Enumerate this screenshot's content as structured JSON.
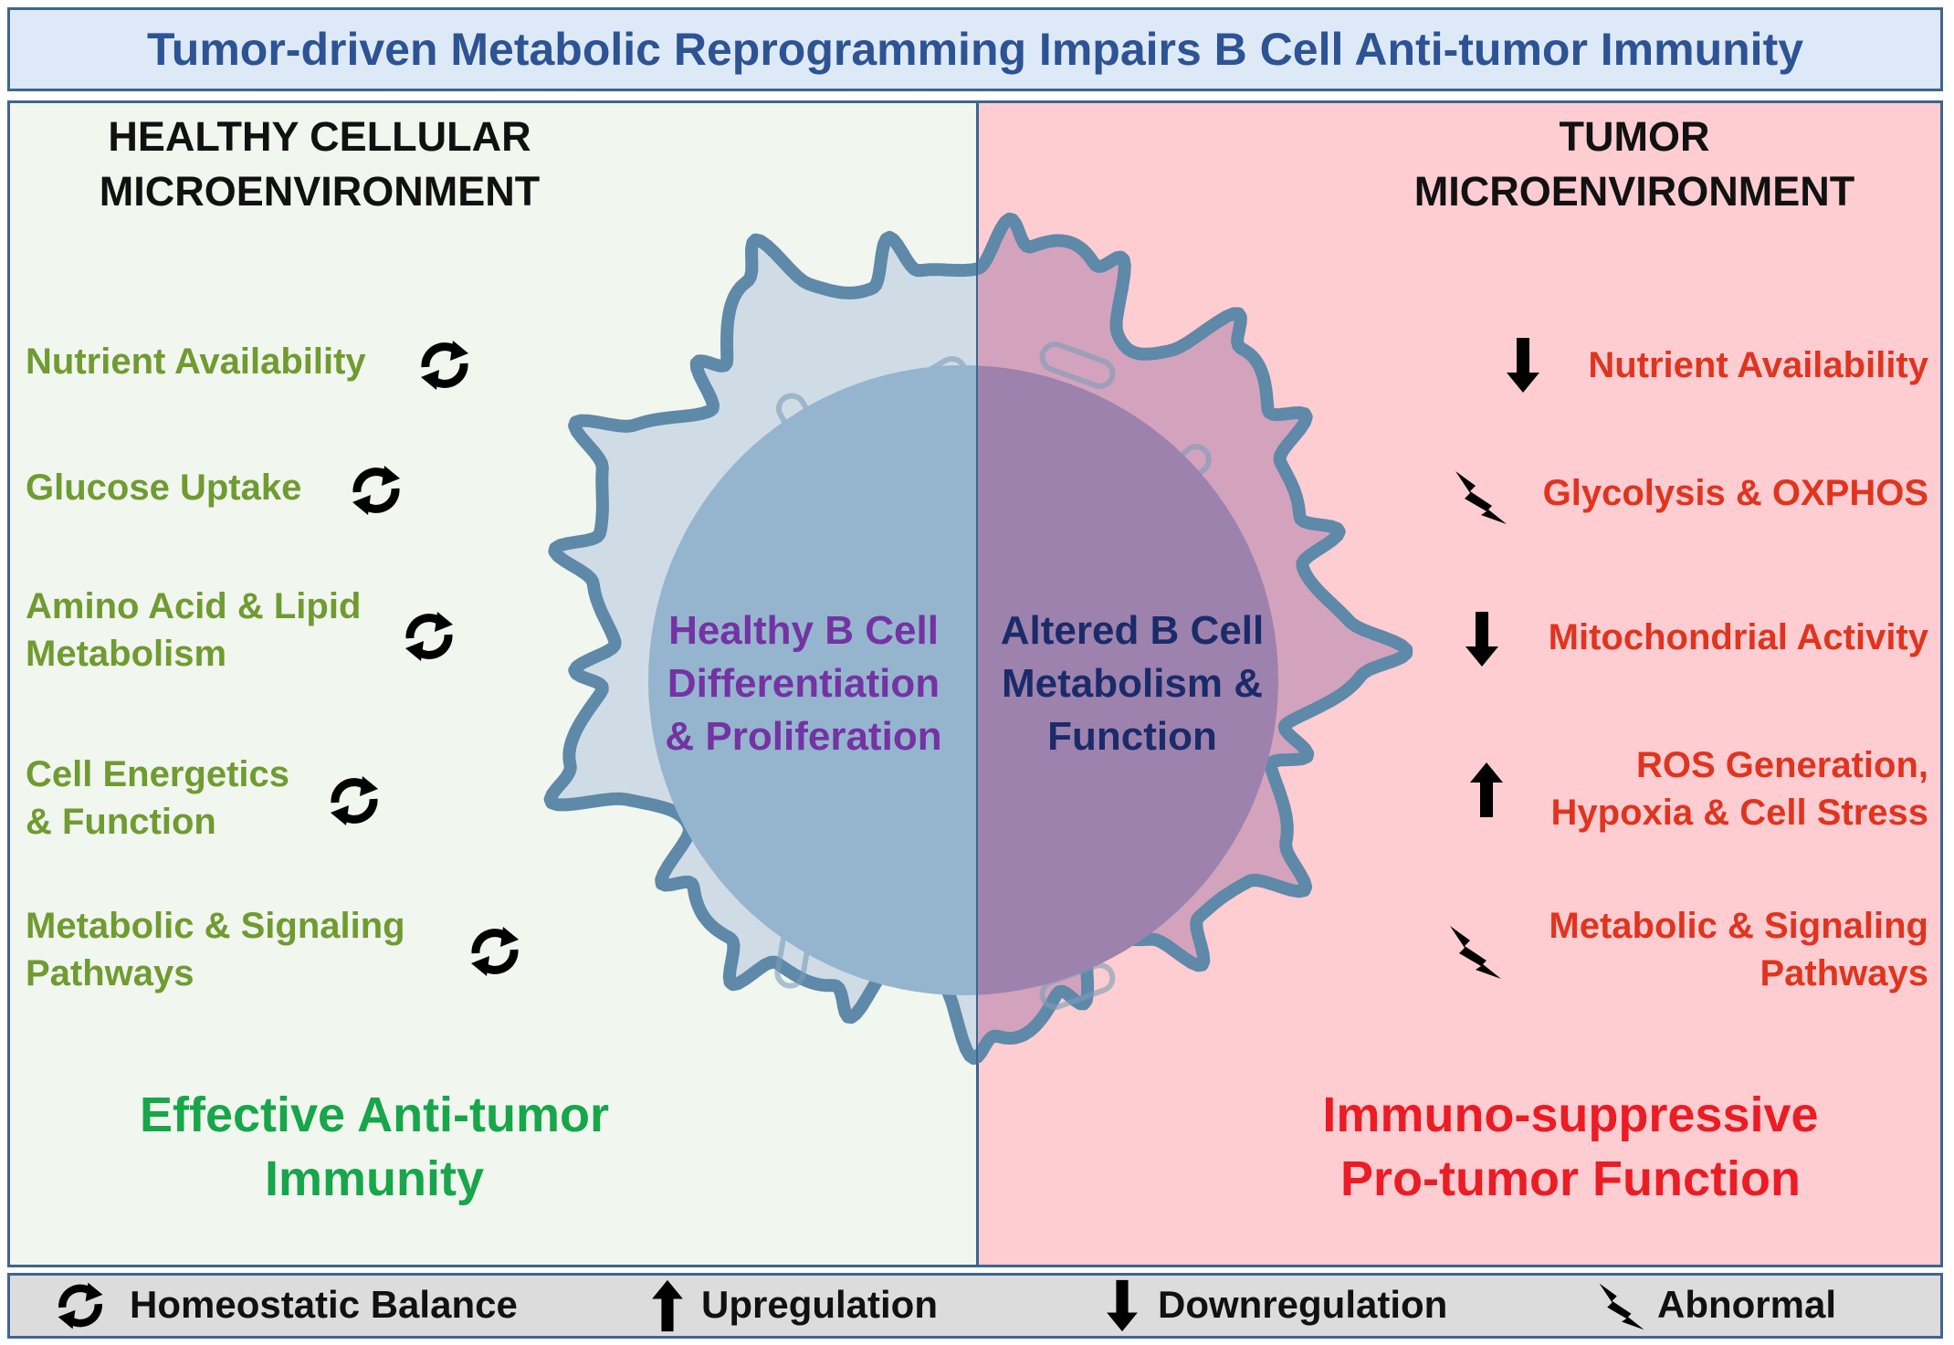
{
  "title": "Tumor-driven Metabolic Reprogramming Impairs B Cell Anti-tumor Immunity",
  "left": {
    "heading_line1": "HEALTHY CELLULAR",
    "heading_line2": "MICROENVIRONMENT",
    "factors": [
      {
        "line1": "Nutrient Availability",
        "line2": "",
        "icon": "cycle-icon"
      },
      {
        "line1": "Glucose Uptake",
        "line2": "",
        "icon": "cycle-icon"
      },
      {
        "line1": "Amino Acid & Lipid",
        "line2": "Metabolism",
        "icon": "cycle-icon"
      },
      {
        "line1": "Cell Energetics",
        "line2": "& Function",
        "icon": "cycle-icon"
      },
      {
        "line1": "Metabolic & Signaling",
        "line2": "Pathways",
        "icon": "cycle-icon"
      }
    ],
    "center_line1": "Healthy B Cell",
    "center_line2": "Differentiation",
    "center_line3": "& Proliferation",
    "outcome_line1": "Effective Anti-tumor",
    "outcome_line2": "Immunity"
  },
  "right": {
    "heading_line1": "TUMOR",
    "heading_line2": "MICROENVIRONMENT",
    "factors": [
      {
        "line1": "Nutrient Availability",
        "line2": "",
        "icon": "down-arrow-icon"
      },
      {
        "line1": "Glycolysis & OXPHOS",
        "line2": "",
        "icon": "lightning-icon"
      },
      {
        "line1": "Mitochondrial Activity",
        "line2": "",
        "icon": "down-arrow-icon"
      },
      {
        "line1": "ROS Generation,",
        "line2": "Hypoxia & Cell Stress",
        "icon": "up-arrow-icon"
      },
      {
        "line1": "Metabolic & Signaling",
        "line2": "Pathways",
        "icon": "lightning-icon"
      }
    ],
    "center_line1": "Altered B Cell",
    "center_line2": "Metabolism &",
    "center_line3": "Function",
    "outcome_line1": "Immuno-suppressive",
    "outcome_line2": "Pro-tumor Function"
  },
  "legend": [
    {
      "label": "Homeostatic Balance",
      "icon": "cycle-icon"
    },
    {
      "label": "Upregulation",
      "icon": "up-arrow-icon"
    },
    {
      "label": "Downregulation",
      "icon": "down-arrow-icon"
    },
    {
      "label": "Abnormal",
      "icon": "lightning-icon"
    }
  ],
  "colors": {
    "title_text": "#2d5394",
    "left_factor_text": "#6f9b30",
    "right_factor_text": "#e0341f",
    "left_outcome": "#17a64a",
    "right_outcome": "#ec1c24",
    "left_center_text": "#7433a3",
    "right_center_text": "#1b2b6a"
  }
}
